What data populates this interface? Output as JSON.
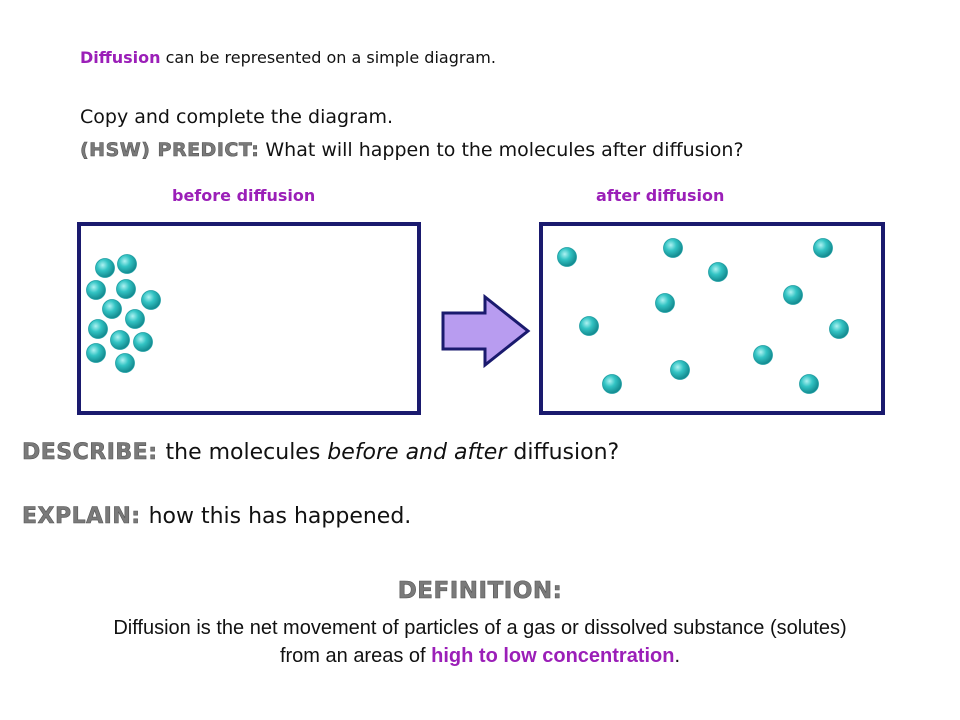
{
  "intro": {
    "keyword": "Diffusion",
    "rest": " can be represented on a simple diagram."
  },
  "instruction": "Copy and complete the diagram.",
  "predict": {
    "label": "(HSW) Predict:",
    "question": "What will happen to the molecules after diffusion?"
  },
  "diagram": {
    "before_label": "before diffusion",
    "after_label": "after diffusion",
    "box_color": "#1a1a6e",
    "molecule_color": "#33c4c4",
    "arrow_fill": "#b89cf0",
    "arrow_stroke": "#1a1a6e"
  },
  "describe": {
    "label": "Describe:",
    "pre": "the molecules ",
    "italic": "before and after",
    "post": " diffusion?"
  },
  "explain": {
    "label": "Explain:",
    "text": "how this has happened."
  },
  "definition": {
    "title": "Definition:",
    "line1": "Diffusion is the net movement of particles of a gas or dissolved substance (solutes)",
    "line2_pre": "from an areas of ",
    "line2_highlight": "high to low concentration",
    "line2_post": "."
  }
}
